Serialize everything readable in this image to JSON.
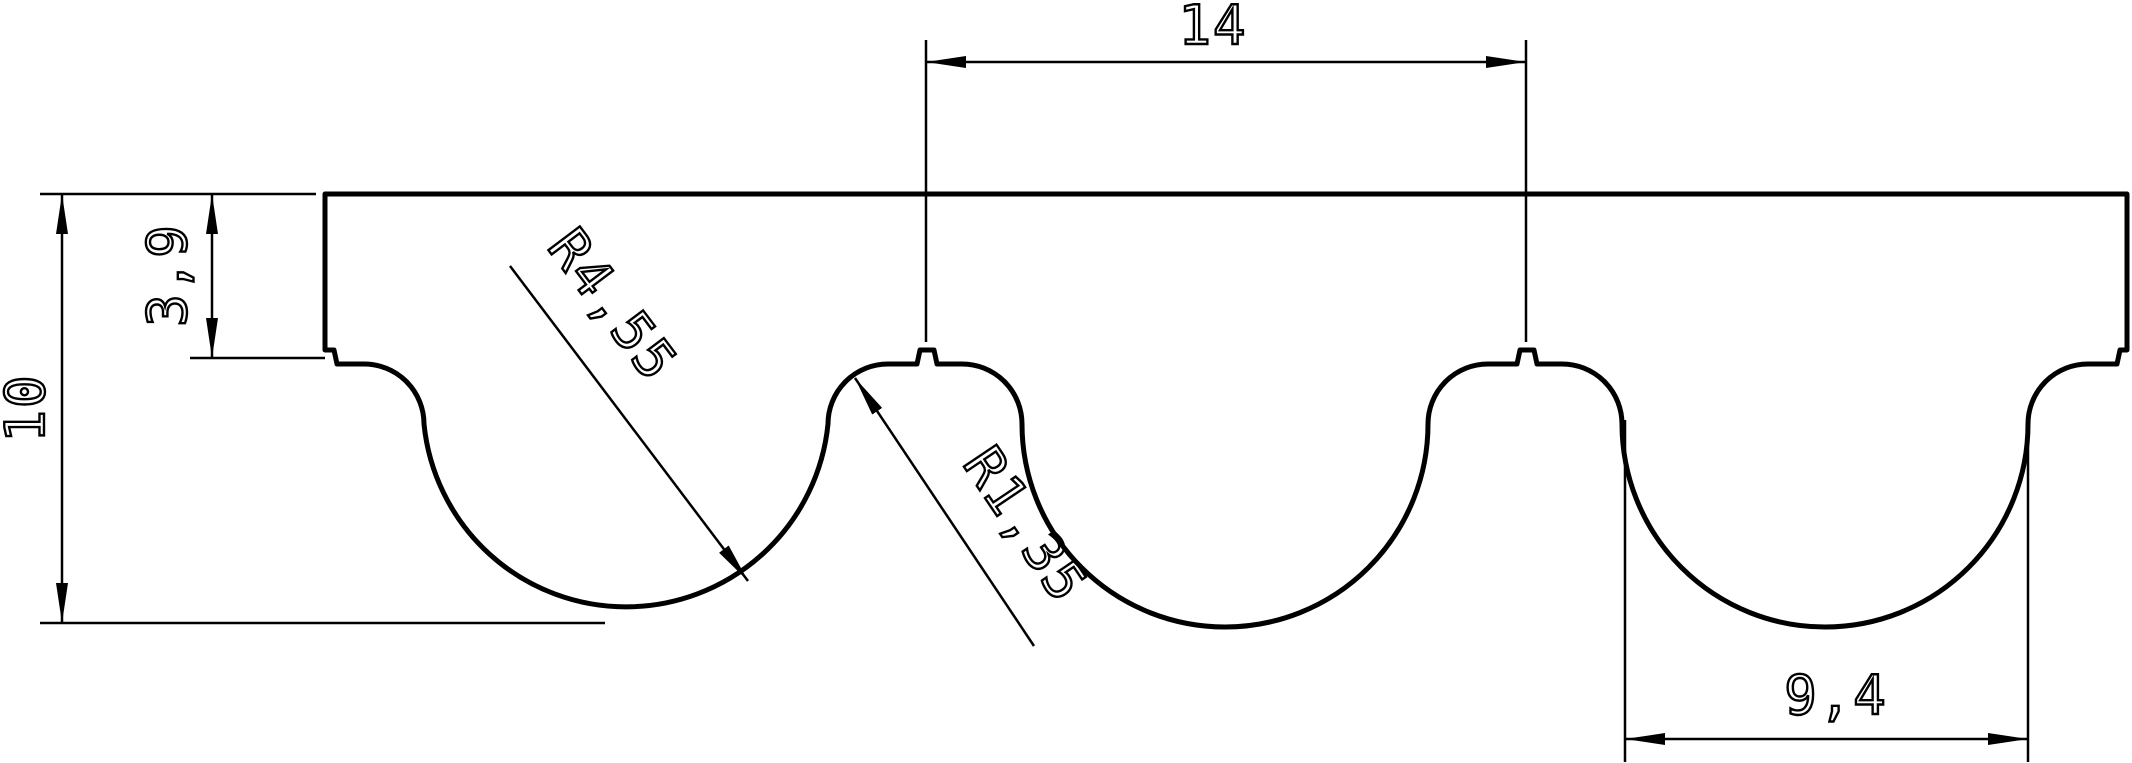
{
  "drawing": {
    "stroke_color": "#000000",
    "background_color": "#ffffff",
    "dimensions": {
      "pitch": "14",
      "tooth_width": "9,4",
      "total_height": "10",
      "tooth_height": "3,9",
      "tooth_radius": "R4,55",
      "root_radius": "R1,35"
    }
  }
}
